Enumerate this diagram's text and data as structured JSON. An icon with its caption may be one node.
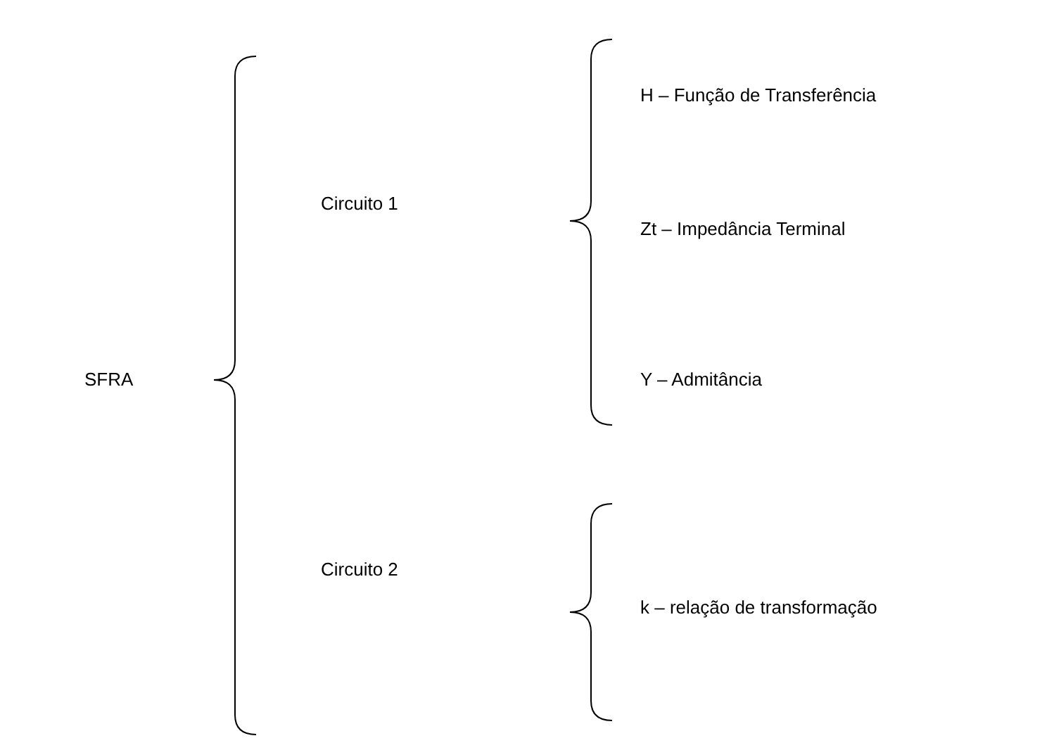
{
  "diagram": {
    "nodes": [
      {
        "text": [
          "SFRA"
        ]
      },
      {
        "text": [
          "Circuito 1"
        ]
      },
      {
        "text": [
          "Circuito 2"
        ]
      },
      {
        "text": [
          "H – Função de Transferência"
        ]
      },
      {
        "text": [
          "Zt – Impedância Terminal"
        ]
      },
      {
        "text": [
          "Y – Admitância"
        ]
      },
      {
        "text": [
          "k – relação de transformação"
        ]
      }
    ]
  }
}
